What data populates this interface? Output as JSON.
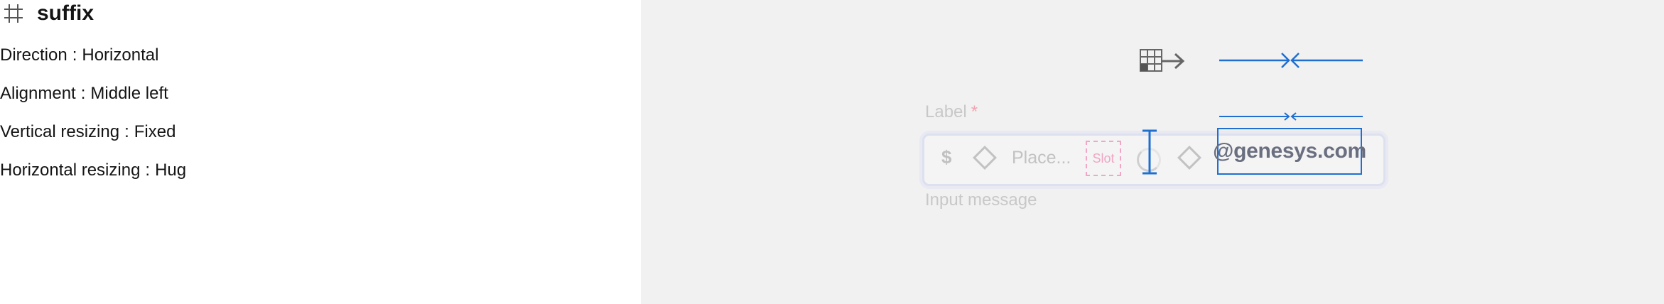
{
  "spec": {
    "icon": "frame-icon",
    "title": "suffix",
    "properties": [
      {
        "label": "Direction",
        "value": "Horizontal"
      },
      {
        "label": "Alignment",
        "value": "Middle left"
      },
      {
        "label": "Vertical resizing",
        "value": "Fixed"
      },
      {
        "label": "Horizontal resizing",
        "value": "Hug"
      }
    ],
    "separator": ":"
  },
  "preview": {
    "layout_icon": "auto-layout-horizontal-icon",
    "hug_icon": "hug-contents-icon",
    "field": {
      "label": "Label",
      "required_mark": "*",
      "prefix": "$",
      "placeholder": "Place...",
      "slot_label": "Slot",
      "suffix": "@genesys.com",
      "helper": "Input message"
    },
    "colors": {
      "selection": "#1f6fd1",
      "required": "#f2a3b1",
      "slot_border": "#f0a6c4",
      "canvas_bg": "#f1f1f1"
    }
  }
}
